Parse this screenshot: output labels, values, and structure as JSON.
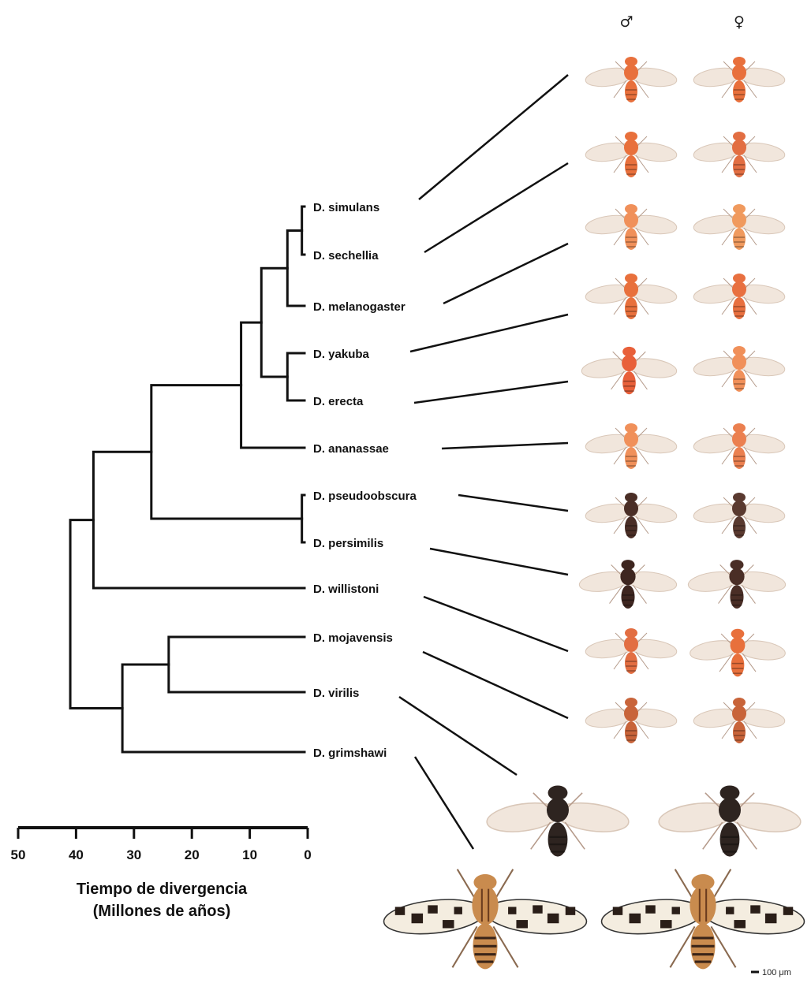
{
  "sex_labels": {
    "male": "♂",
    "female": "♀"
  },
  "species": [
    "D. simulans",
    "D. sechellia",
    "D. melanogaster",
    "D. yakuba",
    "D. erecta",
    "D. ananassae",
    "D. pseudoobscura",
    "D. persimilis",
    "D. willistoni",
    "D. mojavensis",
    "D. virilis",
    "D. grimshawi"
  ],
  "tree_nodes_mya": {
    "simulans_sechellia": 1,
    "simulans_sechellia_melanogaster": 3.5,
    "yakuba_erecta": 3.5,
    "melanogaster_subgroup": 8,
    "melanogaster_group_plus_ananassae": 11.5,
    "pseudoobscura_persimilis": 1,
    "sophophora_core": 27,
    "sophophora_with_willistoni": 37,
    "mojavensis_virilis": 24,
    "drosophila_subgenus": 32,
    "root": 41
  },
  "axis": {
    "ticks": [
      "50",
      "40",
      "30",
      "20",
      "10",
      "0"
    ],
    "title_line1": "Tiempo de divergencia",
    "title_line2": "(Millones de años)"
  },
  "scale_bar_label": "100 μm",
  "colors": {
    "orange_body": "#e8703c",
    "pale_orange": "#f2a070",
    "dark_body": "#4a2e26",
    "wing": "#efe6dc",
    "grimshawi_body": "#c98b4e"
  }
}
